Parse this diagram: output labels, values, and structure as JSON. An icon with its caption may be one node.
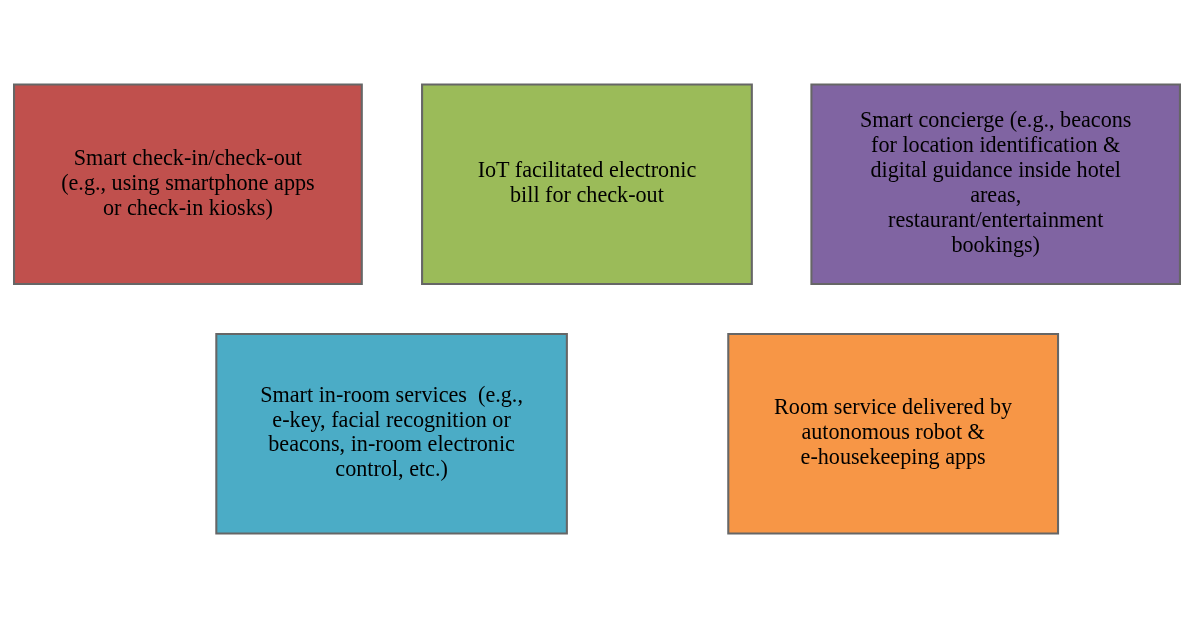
{
  "diagram": {
    "nodes": [
      {
        "text": [
          "Smart check-in/check-out (e.g., using smartphone apps or check-in kiosks)"
        ]
      },
      {
        "text": [
          "IoT facilitated electronic bill for check-out"
        ]
      },
      {
        "text": [
          "Smart concierge (e.g., beacons for location identification & digital guidance inside hotel areas, restaurant/entertainment bookings)"
        ]
      },
      {
        "text": [
          "Smart in-room services  (e.g., e-key, facial recognition or beacons, in-room electronic control, etc.)"
        ]
      },
      {
        "text": [
          "Room service delivered by autonomous robot & e-housekeeping apps"
        ]
      }
    ],
    "edges": []
  }
}
